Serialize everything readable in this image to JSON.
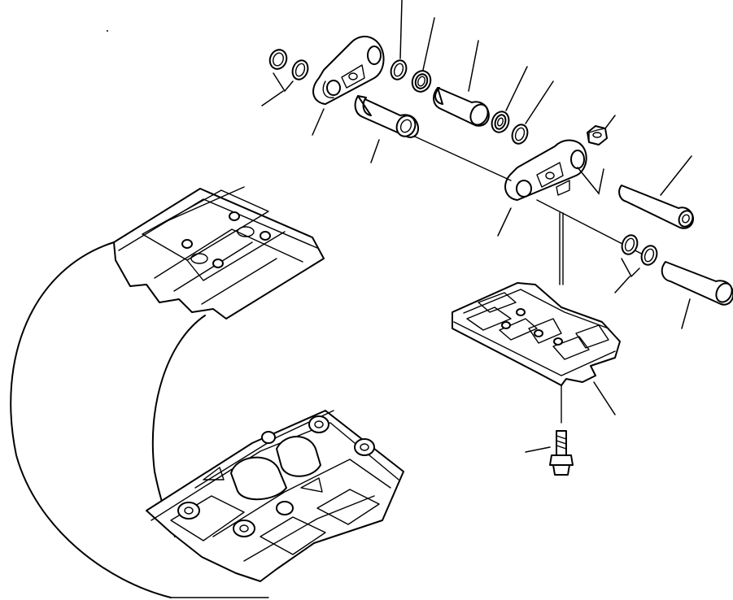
{
  "diagram": {
    "background_color": "#ffffff",
    "line_color": "#000000",
    "parts": [
      {
        "name": "seal-ring-pair-left"
      },
      {
        "name": "left-track-link"
      },
      {
        "name": "bushing"
      },
      {
        "name": "spacer-ring-top"
      },
      {
        "name": "dust-seal-top"
      },
      {
        "name": "track-pin-sleeve"
      },
      {
        "name": "seal-ring-right-1"
      },
      {
        "name": "seal-ring-right-2"
      },
      {
        "name": "nut"
      },
      {
        "name": "right-track-link"
      },
      {
        "name": "master-pin"
      },
      {
        "name": "seal-ring-pair-right"
      },
      {
        "name": "track-pin"
      },
      {
        "name": "track-shoe"
      },
      {
        "name": "shoe-bolt"
      },
      {
        "name": "track-assembly"
      }
    ]
  }
}
